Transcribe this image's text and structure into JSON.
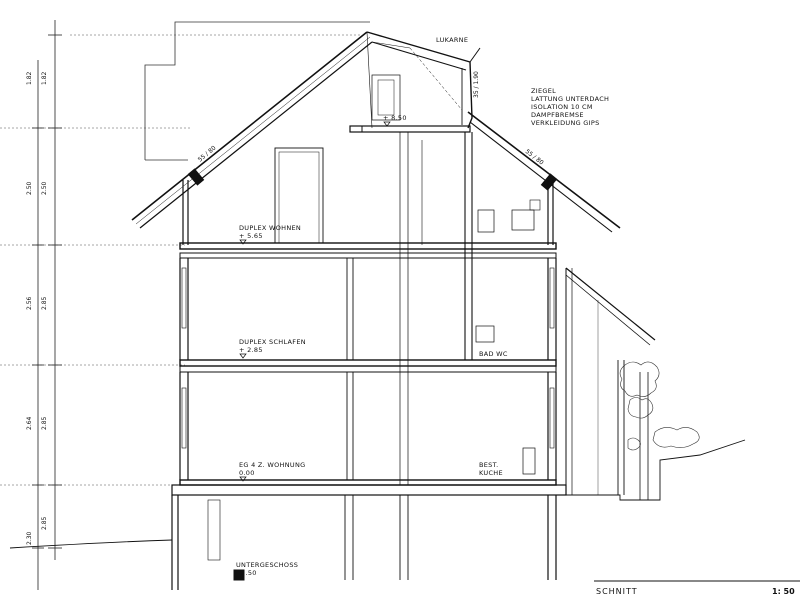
{
  "labels": {
    "lukarne": "LUKARNE",
    "roof_build_up": [
      "ZIEGEL",
      "LATTUNG UNTERDACH",
      "ISOLATION 10 CM",
      "DAMPFBREMSE",
      "VERKLEIDUNG GIPS"
    ],
    "attic_level": "+ 8.50",
    "duplex_wohnen": "DUPLEX WOHNEN",
    "duplex_wohnen_level": "+ 5.65",
    "duplex_schlafen": "DUPLEX SCHLAFEN",
    "duplex_schlafen_level": "+ 2.85",
    "eg_wohnung": "EG 4 Z. WOHNUNG",
    "eg_level": "0.00",
    "bad_wc": "BAD WC",
    "best_kuche": [
      "BEST.",
      "KUCHE"
    ],
    "untergeschoss": "UNTERGESCHOSS",
    "untergeschoss_level": "- 2.50",
    "roof_pitch_left": "55 / 80",
    "roof_pitch_right": "55 / 80",
    "dormer_dim": "35 / 1.90"
  },
  "dimensions_outer": [
    "2.85",
    "2.85",
    "2.85",
    "2.50",
    "1.82"
  ],
  "dimensions_inner": [
    "2.30",
    "2.64",
    "2.56",
    "2.50",
    "1.82"
  ],
  "title_block": {
    "title": "SCHNITT",
    "scale": "1: 50"
  }
}
